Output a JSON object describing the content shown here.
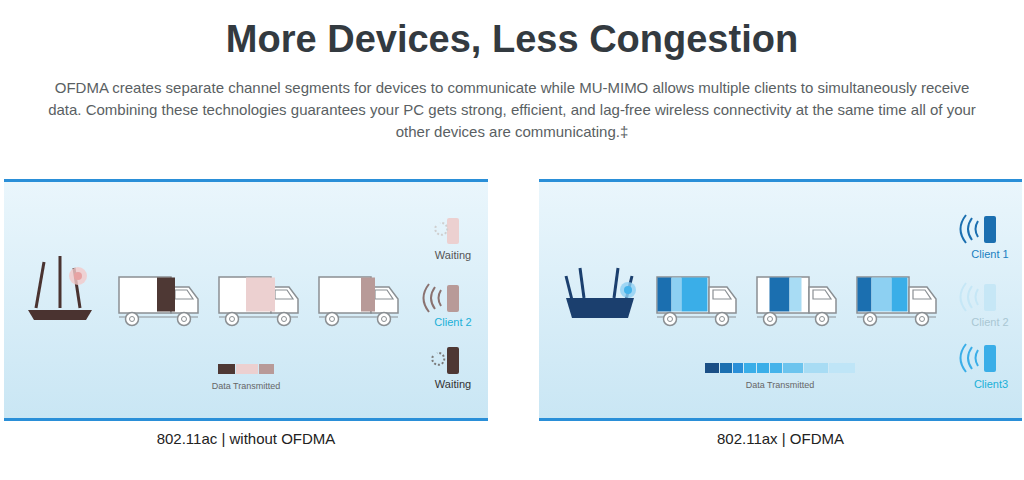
{
  "diagram": {
    "title": "More Devices, Less Congestion",
    "nodes": [
      {
        "text": [
          "802.11ac | without OFDMA"
        ]
      },
      {
        "text": [
          "802.11ax | OFDMA"
        ]
      }
    ],
    "labels": [
      "OFDMA creates separate channel segments for devices to communicate while MU-MIMO allows multiple clients to simultaneously receive data. Combining these technologies guarantees your PC gets strong, efficient, and lag-free wireless connectivity at the same time all of your other devices are communicating.‡",
      "Waiting",
      "Client 2",
      "Waiting",
      "Data Transmitted",
      "Client 1",
      "Client 2",
      "Client3",
      "Data Transmitted"
    ]
  }
}
